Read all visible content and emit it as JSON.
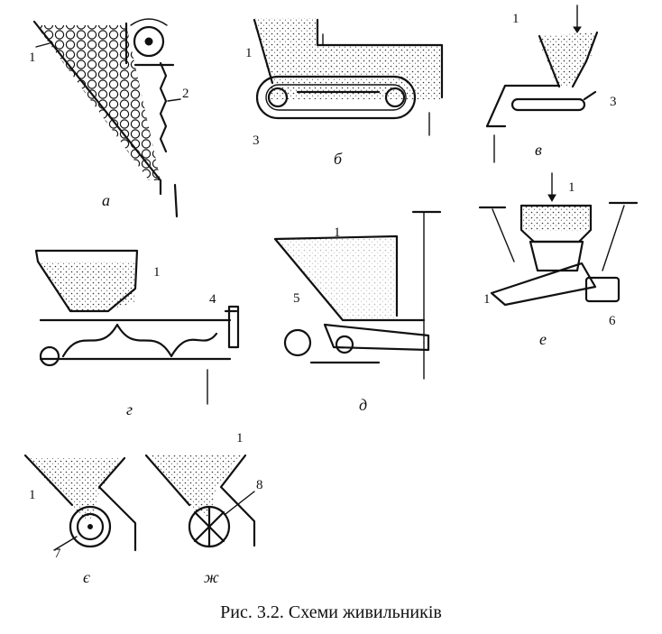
{
  "caption": "Рис. 3.2. Схеми живильників",
  "labels": {
    "a": {
      "letter": "а",
      "parts": [
        "1",
        "2"
      ]
    },
    "b": {
      "letter": "б",
      "parts": [
        "1",
        "3"
      ]
    },
    "v": {
      "letter": "в",
      "parts": [
        "1",
        "3"
      ]
    },
    "g": {
      "letter": "г",
      "parts": [
        "1",
        "4"
      ]
    },
    "d": {
      "letter": "д",
      "parts": [
        "1",
        "5"
      ]
    },
    "e": {
      "letter": "е",
      "parts": [
        "1",
        "1",
        "6"
      ]
    },
    "ye": {
      "letter": "є",
      "parts": [
        "1",
        "7"
      ]
    },
    "zh": {
      "letter": "ж",
      "parts": [
        "1",
        "8"
      ]
    }
  }
}
